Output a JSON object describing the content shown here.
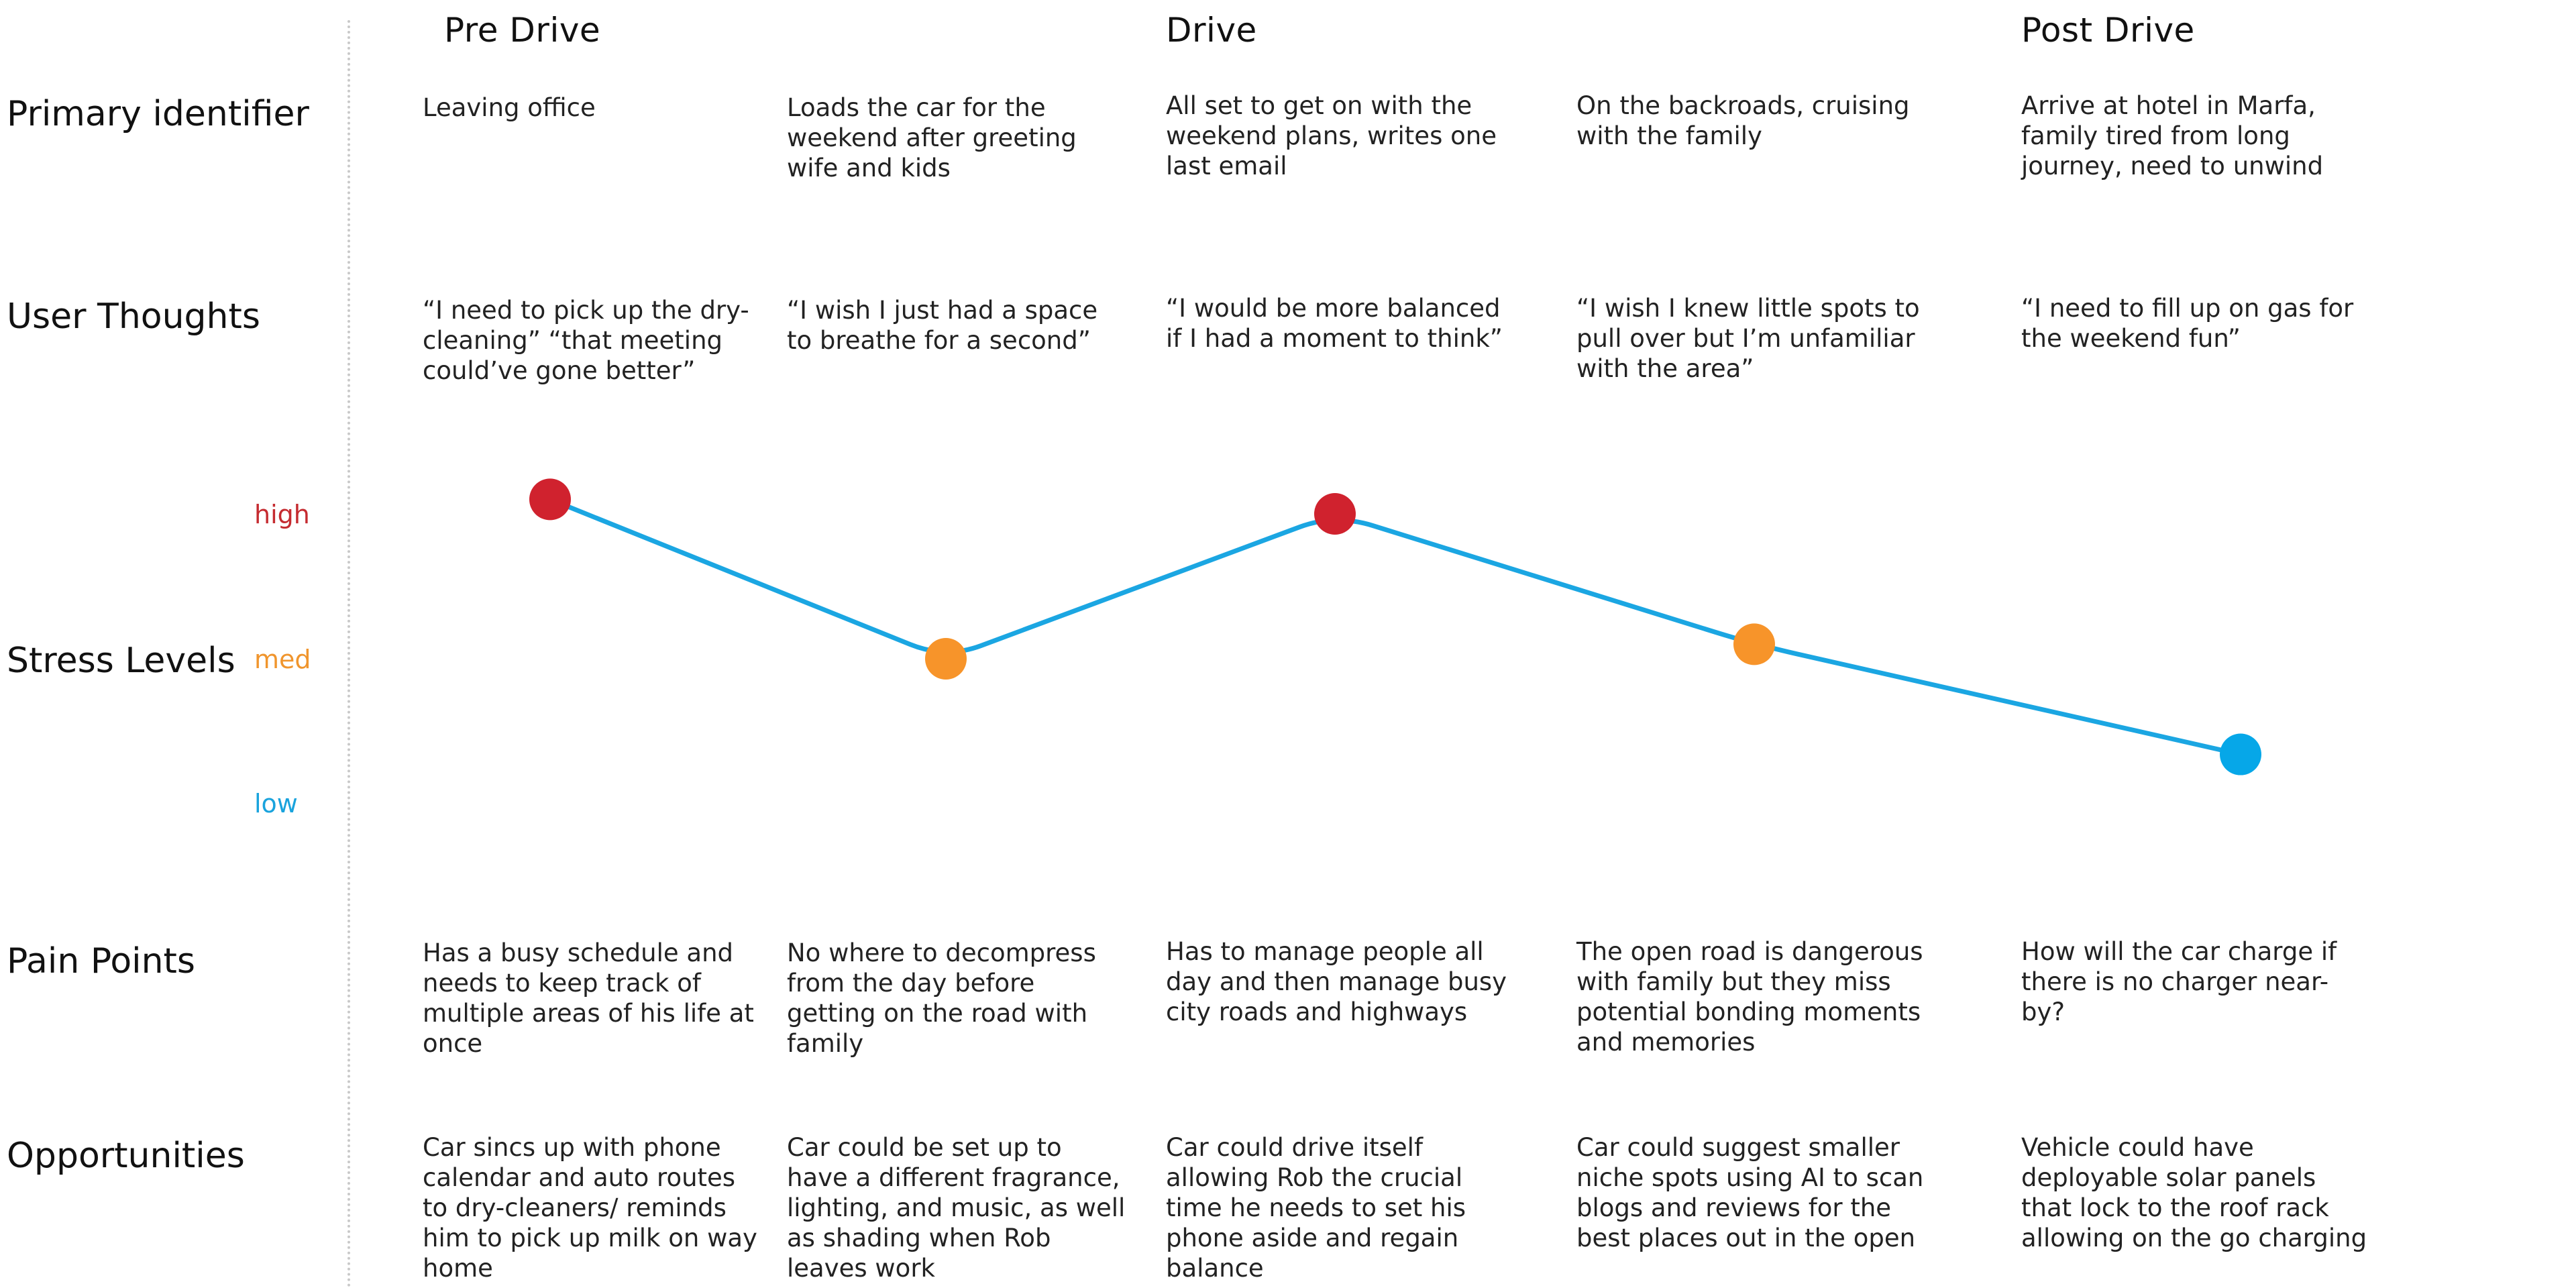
{
  "phases": [
    "Pre Drive",
    "Drive",
    "Post Drive"
  ],
  "row_labels": {
    "primary": "Primary identifier",
    "thoughts": "User Thoughts",
    "stress": "Stress Levels",
    "pain": "Pain Points",
    "opportunities": "Opportunities"
  },
  "stress_levels": {
    "high": "high",
    "med": "med",
    "low": "low"
  },
  "stages": [
    {
      "primary": "Leaving office",
      "thoughts": "“I need to pick up the dry-cleaning” “that meeting could’ve gone better”",
      "pain": "Has a busy schedule and needs to keep track of multiple areas of his life at once",
      "opportunity": "Car sincs up with phone calendar and auto routes to dry-cleaners/ reminds him to pick up milk on way home"
    },
    {
      "primary": "Loads the car for the weekend after greeting wife and kids",
      "thoughts": "“I wish I just had a space to breathe for a second”",
      "pain": "No where to decompress from the day before getting on the road with family",
      "opportunity": "Car could be set up to have a different fragrance, lighting, and music, as well as shading when Rob leaves work"
    },
    {
      "primary": "All set to get on with the weekend plans, writes one last email",
      "thoughts": "“I would be more balanced if I had a moment to think”",
      "pain": "Has to manage people all day and then manage busy city roads and highways",
      "opportunity": "Car could drive itself allowing Rob the crucial time he needs to set his phone aside and regain balance"
    },
    {
      "primary": "On the backroads, cruising with the family",
      "thoughts": "“I wish I knew little spots to pull over but I’m unfamiliar with the area”",
      "pain": "The open road is dangerous with family but they miss potential bonding moments and memories",
      "opportunity": "Car could suggest smaller niche spots using AI to scan blogs and reviews for the best places out in the open"
    },
    {
      "primary": "Arrive at hotel in Marfa, family tired from long journey, need to unwind",
      "thoughts": "“I need to fill up on gas for the weekend fun”",
      "pain": "How will the car charge if there is no charger near-by?",
      "opportunity": "Vehicle could have deployable solar panels that lock to the roof rack allowing on the go charging"
    }
  ],
  "chart_data": {
    "type": "line",
    "y_levels": [
      "low",
      "med",
      "high"
    ],
    "ylim": [
      0,
      1
    ],
    "values": [
      1.05,
      0.5,
      1.0,
      0.55,
      0.17
    ],
    "point_colors": [
      "#d0222e",
      "#f7942a",
      "#d0222e",
      "#f7942a",
      "#06a7e8"
    ],
    "line_color": "#1ba6e2",
    "level_colors": {
      "high": "#c52b30",
      "med": "#f0952d",
      "low": "#19a3dd"
    }
  }
}
